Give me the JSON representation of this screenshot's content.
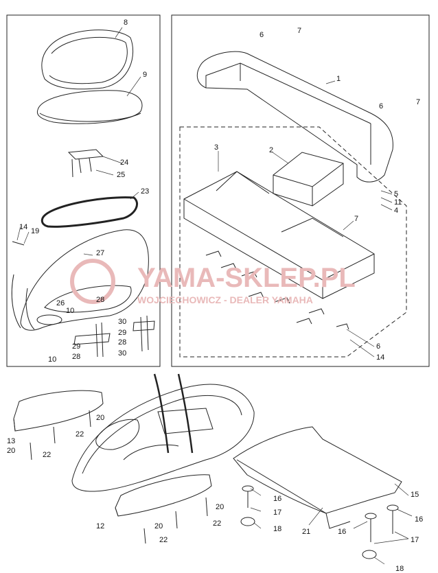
{
  "watermark": {
    "main": "YAMA-SKLEP.PL",
    "sub": "WOJCIECHOWICZ - DEALER YAMAHA",
    "color": "#e9b9b9"
  },
  "callouts": {
    "n1": "1",
    "n2": "2",
    "n3": "3",
    "n4": "4",
    "n5": "5",
    "n6a": "6",
    "n6b": "6",
    "n6c": "6",
    "n7a": "7",
    "n7b": "7",
    "n7c": "7",
    "n8": "8",
    "n9": "9",
    "n10a": "10",
    "n10b": "10",
    "n11": "11",
    "n12": "12",
    "n13": "13",
    "n14a": "14",
    "n14b": "14",
    "n15": "15",
    "n16a": "16",
    "n16b": "16",
    "n16c": "16",
    "n17a": "17",
    "n17b": "17",
    "n18a": "18",
    "n18b": "18",
    "n19": "19",
    "n20a": "20",
    "n20b": "20",
    "n20c": "20",
    "n20d": "20",
    "n21": "21",
    "n22a": "22",
    "n22b": "22",
    "n22c": "22",
    "n22d": "22",
    "n23": "23",
    "n24": "24",
    "n25": "25",
    "n26": "26",
    "n27": "27",
    "n28a": "28",
    "n28b": "28",
    "n28c": "28",
    "n29a": "29",
    "n29b": "29",
    "n30a": "30",
    "n30b": "30"
  }
}
